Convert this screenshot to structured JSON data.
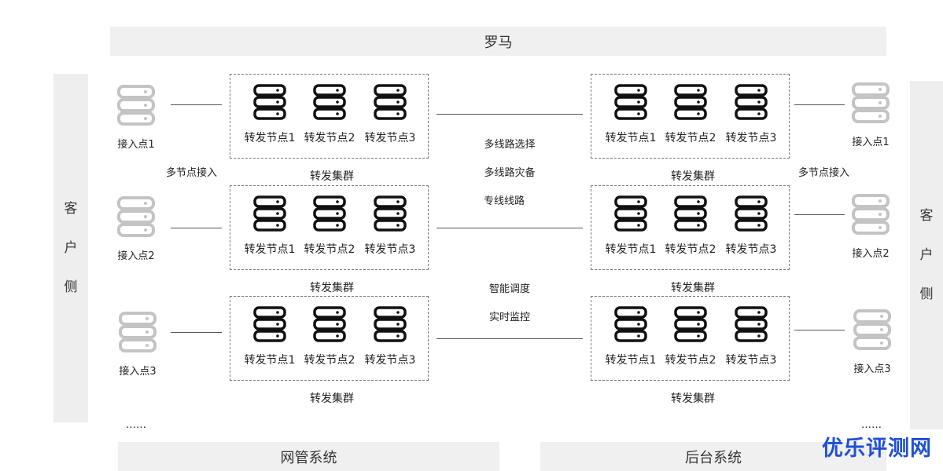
{
  "top_bar": "罗马",
  "client_side": [
    "客",
    "户",
    "侧"
  ],
  "bottom_left": "网管系统",
  "bottom_right": "后台系统",
  "left_multi_access": "多节点接入",
  "right_multi_access": "多节点接入",
  "middle_upper": [
    "多线路选择",
    "多线路灾备",
    "专线线路"
  ],
  "middle_lower": [
    "智能调度",
    "实时监控"
  ],
  "ellipsis": "……",
  "access_points": [
    "接入点1",
    "接入点2",
    "接入点3"
  ],
  "cluster_label": "转发集群",
  "nodes": [
    "转发节点1",
    "转发节点2",
    "转发节点3"
  ],
  "watermark": "优乐评测网",
  "colors": {
    "bar": "#f0f0f0",
    "side": "#eeeeee",
    "node_icon": "#111111",
    "access_icon": "#c4c4c4",
    "watermark": "#1e4fd8"
  }
}
